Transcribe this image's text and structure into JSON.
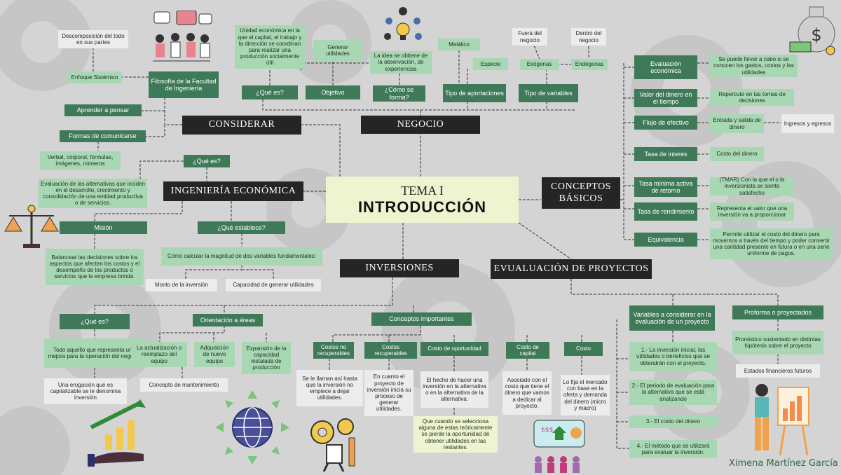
{
  "center": {
    "line1": "TEMA I",
    "line2": "INTRODUCCIÓN"
  },
  "author": "Ximena Martínez García",
  "considerar": {
    "title": "CONSIDERAR",
    "descomposicion": "Descomposición del todo en sus partes",
    "enfoque": "Enfoque Sistémico",
    "filosofia": "Filosofía de la Facultad de Ingeniería",
    "aprender": "Aprender a pensar",
    "formas": "Formas de comunicarse",
    "verbal": "Verbal, corporal, fórmulas, imágenes, números"
  },
  "negocio": {
    "title": "NEGOCIO",
    "unidad": "Unidad económica en la que el capital, el trabajo y la dirección se coordinan para realizar una producción socialmente útil",
    "que_es": "¿Qué es?",
    "generar": "Generar utilidades",
    "objetivo": "Objetivo",
    "idea": "La idea se obtiene de la observación, de experiencias",
    "como": "¿Cómo se forma?",
    "metalico": "Metálico",
    "especie": "Especie",
    "tipo_aport": "Tipo de aportaciones",
    "fuera": "Fuera del negocio",
    "dentro": "Dentro del negocio",
    "exogenas": "Exógenas",
    "endogenas": "Endógenas",
    "tipo_var": "Tipo de variables"
  },
  "ingenieria": {
    "title": "INGENIERÍA ECONÓMICA",
    "que_es": "¿Qué es?",
    "evaluacion": "Evaluación de las alternativas que inciden en el desarrollo, crecimiento y consolidación de una entidad productiva o de servicios.",
    "mision": "Misión",
    "mision_text": "Balancear las decisiones sobre los aspectos que afecten los costos y el desempeño de los productos o servicios que la empresa brinda.",
    "establece": "¿Qué establece?",
    "como_calcular": "Cómo calcular la magnitud de dos variables fundamentales:",
    "monto": "Monto de la inversión",
    "capacidad": "Capacidad de generar utilidades"
  },
  "conceptos": {
    "title": "CONCEPTOS BÁSICOS",
    "items": [
      {
        "label": "Evaluación económica",
        "desc": "Se puede llevar a cabo si se conocen los gastos, costos y las utilidades"
      },
      {
        "label": "Valor del dinero en el tiempo",
        "desc": "Repercute en las tomas de decisiones"
      },
      {
        "label": "Flujo de efectivo",
        "desc": "Entrada y salida de dinero",
        "extra": "Ingresos y egresos"
      },
      {
        "label": "Tasa de interés",
        "desc": "Costo del dinero"
      },
      {
        "label": "Tasa mínima activa de retorno",
        "desc": "(TMAR) Con la que el o la inversionista se siente satisfecho"
      },
      {
        "label": "Tasa de rendimiento",
        "desc": "Representa el valor que una inversión va a proporcionar"
      },
      {
        "label": "Equivalencia",
        "desc": "Permite utilizar el costo del dinero para movernos a través del tiempo y poder convertir una cantidad presente en futura o en una serie uniforme de pagos."
      }
    ]
  },
  "inversiones": {
    "title": "INVERSIONES",
    "que_es": "¿Qué es?",
    "todo": "Todo aquello que representa una mejora para la operación del negocio",
    "erogacion": "Una erogación que es capitalizable se le denomina inversión",
    "orientacion": "Orientación a áreas",
    "actualizacion": "La actualización o reemplazo del equipo",
    "adquisicion": "Adquisición de nuevo equipo",
    "expansion": "Expansión de la capacidad instalada de producción",
    "mantenimiento": "Concepto de mantenimiento",
    "conceptos_imp": "Conceptos importantes",
    "costos_no": "Costos no recuperables",
    "costos_no_d": "Se le llaman así hasta que la inversión no empiece a dejar utilidades.",
    "costos_rec": "Costos recuperables",
    "costos_rec_d": "En cuanto el proyecto de inversión inicia su proceso de generar utilidades.",
    "oportunidad": "Costo de oportunidad",
    "oportunidad_d": "El hecho de hacer una inversión en la alternativa o en la alternativa de la alternativa.",
    "oportunidad_d2": "Que cuando se selecciona alguna de estas teóricamente se pierde la oportunidad de obtener utilidades en las restantes.",
    "capital": "Costo de capital",
    "capital_d": "Asociado con el costo que tiene el dinero que vamos a dedicar al proyecto.",
    "costo": "Costo",
    "costo_d": "Lo fija el mercado con base en la oferta y demanda del dinero (micro y macro)"
  },
  "evaluacion": {
    "title": "EVUALUACIÓN DE PROYECTOS",
    "variables": "Variables a considerar en la evaluación de un proyecto",
    "v1": "1.- La inversión inicial, las utilidades o beneficios que se obtendrán con el proyecto.",
    "v2": "2.- El periodo de evaluación para la alternativa que se está analizando",
    "v3": "3.- El costo del dinero",
    "v4": "4.- El método que se utilizará para evaluar la inversión.",
    "proforma": "Proforma o proyectados",
    "pronostico": "Pronóstico sustentado en distintas hipótesis sobre el proyecto",
    "estados": "Estados financieros futuros"
  },
  "colors": {
    "dark_green": "#3f7a58",
    "light_green": "#a8d8b3",
    "light_gray": "#ececec",
    "black": "#252525",
    "center": "#eef4cf",
    "background": "#d4d4d4"
  }
}
